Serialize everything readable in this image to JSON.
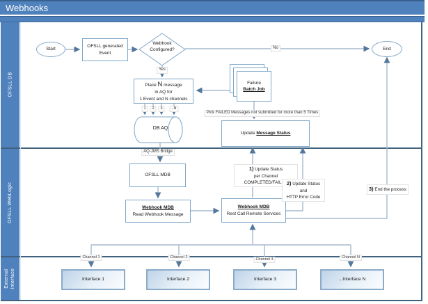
{
  "title": "Webhooks",
  "lanes": [
    {
      "label": "OFSLL DB"
    },
    {
      "label": "OFSLL WebLogic"
    },
    {
      "label": "External Interface"
    }
  ],
  "nodes": {
    "start_label": "Start",
    "end_label": "End",
    "event_line1": "OFSLL generated",
    "event_line2": "Event",
    "decision_line1": "Webhook",
    "decision_line2": "Configured?",
    "place_pre": "Place ",
    "place_big_n": "N",
    "place_post": " message",
    "place_line2": "in AQ for",
    "place_line3": "1 Event and N channels",
    "failure_line1": "Failure",
    "failure_line2": "Batch Job",
    "update_pre": "Update ",
    "update_emph": "Message Status",
    "db_aq": "DB AQ",
    "ofsll_mdb": "OFSLL MDB",
    "read_title": "Webhook MDB",
    "read_sub": "Read Webhook Message",
    "rest_title": "Webhook MDB",
    "rest_sub": "Rest Call Remote Services",
    "interfaces": [
      {
        "label": "Interface 1"
      },
      {
        "label": "Interface 2"
      },
      {
        "label": "Interface 3"
      },
      {
        "label": "...Interface N"
      }
    ]
  },
  "edge_labels": {
    "yes": "Yes",
    "no": "No",
    "aq_jms": "AQ-JMS Bridge",
    "pick_failed": "Pick FAILED Messages not submitted for more than 5 Times",
    "queue": [
      "1",
      "2",
      "3",
      "..N"
    ],
    "channels": [
      "Channel 1",
      "Channel 2",
      "Channel 3",
      "Channel N"
    ]
  },
  "annotations": {
    "a1_num": "1)",
    "a1_line1": " Update Status",
    "a1_line2": "per Channel",
    "a1_line3": "COMPLETED/FAILED",
    "a2_num": "2)",
    "a2_line1": " Update Status and",
    "a2_line2": "HTTP Error Code",
    "a3_num": "3)",
    "a3_text": " End the process"
  },
  "colors": {
    "band_blue": "#4f81bd",
    "frame_dark": "#41627e",
    "connector": "#a5bacd",
    "arrowhead": "#54779c",
    "shape_border": "#7fa7c9"
  }
}
